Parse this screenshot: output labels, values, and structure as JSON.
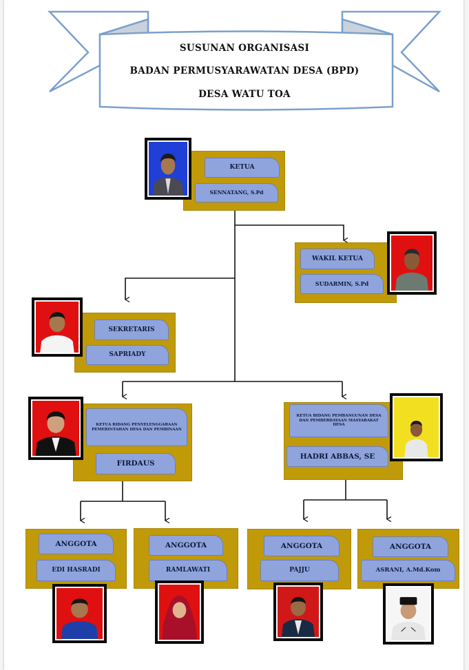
{
  "header": {
    "line1": "SUSUNAN ORGANISASI",
    "line2": "BADAN PERMUSYARAWATAN DESA (BPD)",
    "line3": "DESA WATU TOA"
  },
  "colors": {
    "box": "#c09a08",
    "label": "#8fa4dc",
    "banner_stroke": "#7aa0cc",
    "photo_bg_blue": "#1f3fd6",
    "photo_bg_red": "#e01010",
    "photo_bg_yellow": "#f2e020"
  },
  "members": {
    "ketua": {
      "role": "KETUA",
      "name": "SENNATANG, S.Pd",
      "photo": "portrait-icon"
    },
    "wakil": {
      "role": "WAKIL KETUA",
      "name": "SUDARMIN, S.Pd",
      "photo": "portrait-icon"
    },
    "sekretaris": {
      "role": "SEKRETARIS",
      "name": "SAPRIADY",
      "photo": "portrait-icon"
    },
    "kabid1": {
      "role": "KETUA BIDANG PENYELENGGARAAN PEMERINTAHAN DESA DAN PEMBINAAN",
      "name": "FIRDAUS",
      "photo": "portrait-icon"
    },
    "kabid2": {
      "role": "KETUA BIDANG PEMBANGUNAN DESA DAN PEMBERDAYAAN MASYARAKAT DESA",
      "name": "HADRI ABBAS, SE",
      "photo": "portrait-icon"
    },
    "anggota1": {
      "role": "ANGGOTA",
      "name": "EDI HASRADI",
      "photo": "portrait-icon"
    },
    "anggota2": {
      "role": "ANGGOTA",
      "name": "RAMLAWATI",
      "photo": "portrait-icon"
    },
    "anggota3": {
      "role": "ANGGOTA",
      "name": "PAJJU",
      "photo": "portrait-icon"
    },
    "anggota4": {
      "role": "ANGGOTA",
      "name": "ASRANI, A.Md.Kom",
      "photo": "portrait-icon"
    }
  }
}
